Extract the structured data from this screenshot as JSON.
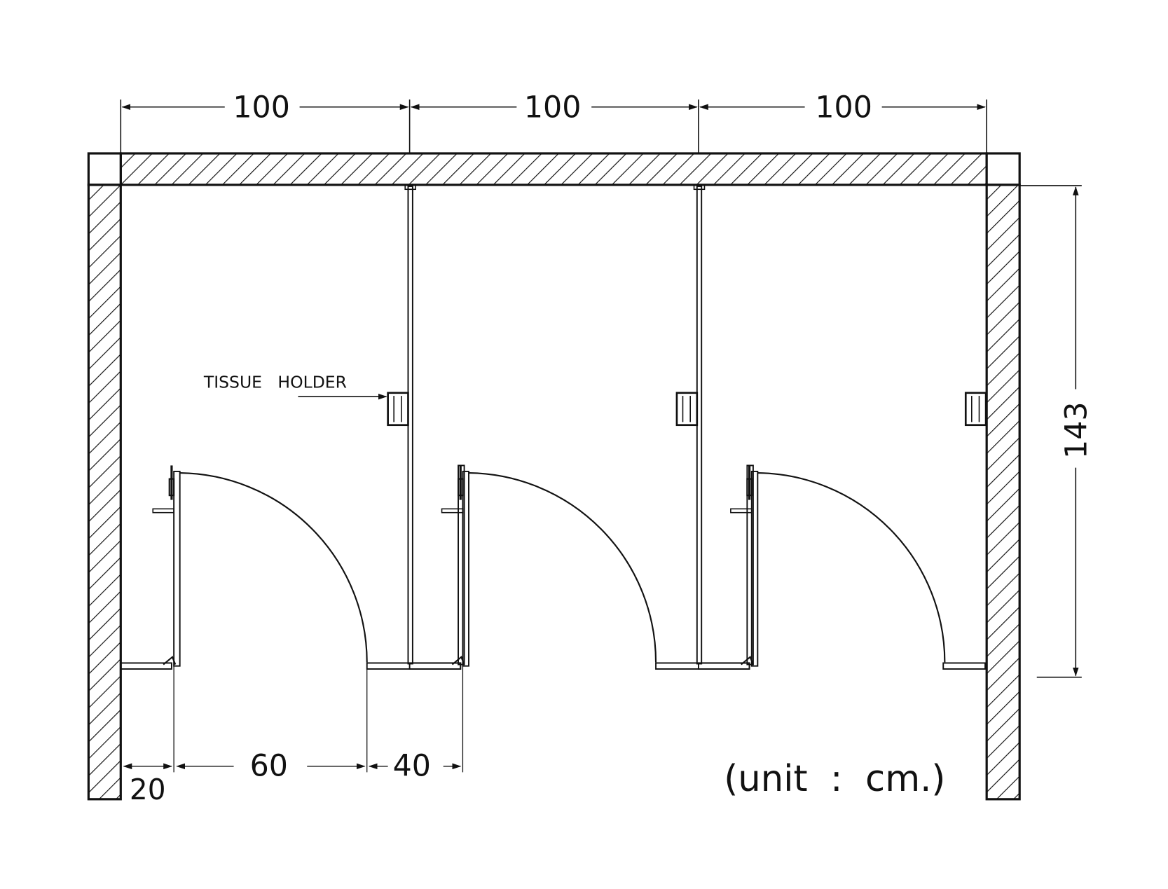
{
  "title": "Toilet cubicle floor plan",
  "dimensions": {
    "stall_widths": [
      "100",
      "100",
      "100"
    ],
    "depth": "143",
    "side_gap": "20",
    "door_width": "60",
    "return_panel": "40"
  },
  "labels": {
    "tissue_holder": "TISSUE   HOLDER",
    "unit": "(unit  :  cm.)"
  },
  "colors": {
    "line": "#111111",
    "background": "#ffffff"
  }
}
